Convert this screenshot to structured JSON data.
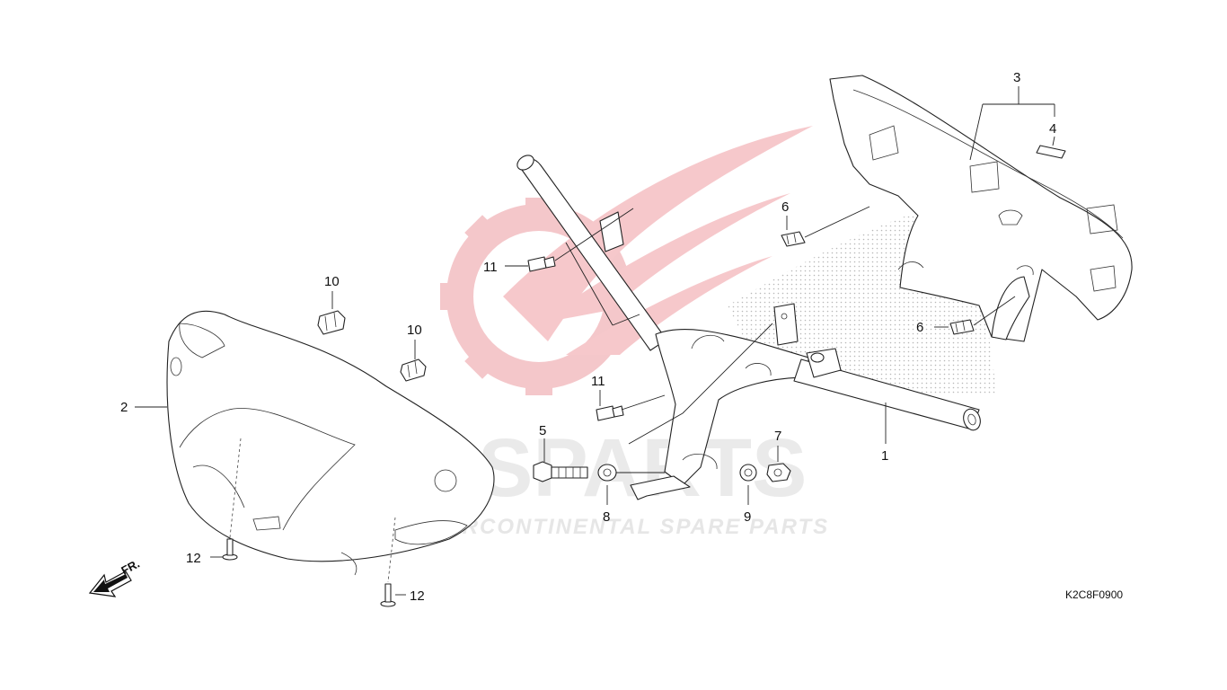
{
  "diagram": {
    "drawing_code": "K2C8F0900",
    "front_indicator": "FR.",
    "callouts": {
      "c1": "1",
      "c2": "2",
      "c3": "3",
      "c4": "4",
      "c5": "5",
      "c6a": "6",
      "c6b": "6",
      "c7": "7",
      "c8": "8",
      "c9": "9",
      "c10a": "10",
      "c10b": "10",
      "c11a": "11",
      "c11b": "11",
      "c12a": "12",
      "c12b": "12"
    }
  },
  "watermark": {
    "brand": "ICSPARTS",
    "tagline": "INTERCONTINENTAL SPARE PARTS",
    "accent_color": "#e8a0a4"
  }
}
